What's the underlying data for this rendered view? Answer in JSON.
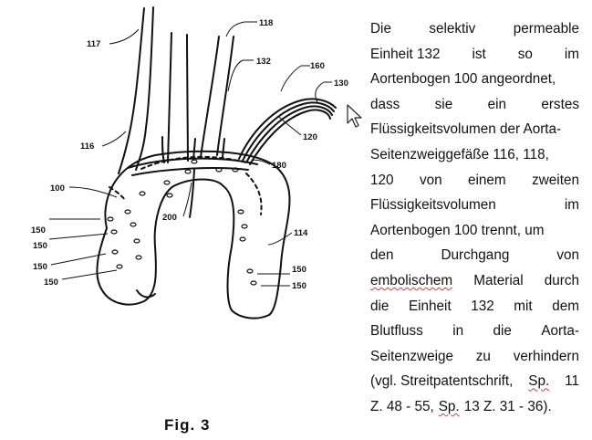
{
  "figure": {
    "caption": "Fig. 3",
    "labels": {
      "l117": "117",
      "l118": "118",
      "l132": "132",
      "l160": "160",
      "l130": "130",
      "l120": "120",
      "l116": "116",
      "l180": "180",
      "l100": "100",
      "l200": "200",
      "l114": "114",
      "l150a": "150",
      "l150b": "150",
      "l150c": "150",
      "l150d": "150",
      "l150e": "150",
      "l150f": "150"
    }
  },
  "text_lines": [
    [
      "Die",
      "selektiv",
      "permeable"
    ],
    [
      "Einheit 132",
      "ist",
      "so",
      "im"
    ],
    [
      "Aortenbogen 100 angeordnet,"
    ],
    [
      "dass",
      "sie",
      "ein",
      "erstes"
    ],
    [
      "Flüssigkeitsvolumen der Aorta-"
    ],
    [
      "Seitenzweiggefäße 116, 118,"
    ],
    [
      "120",
      "von",
      "einem",
      "zweiten"
    ],
    [
      "Flüssigkeitsvolumen",
      "im"
    ],
    [
      "Aortenbogen 100 trennt, um"
    ],
    [
      "den",
      "Durchgang",
      "von"
    ],
    [
      "embolischem",
      "Material",
      "durch"
    ],
    [
      "die",
      "Einheit",
      "132",
      "mit",
      "dem"
    ],
    [
      "Blutfluss",
      "in",
      "die",
      "Aorta-"
    ],
    [
      "Seitenzweige",
      "zu",
      "verhindern"
    ],
    [
      "(vgl. Streitpatentschrift,",
      "Sp.",
      "11"
    ],
    [
      "Z. 48 - 55,",
      "Sp.",
      "13 Z. 31 - 36)."
    ]
  ],
  "cursor": "mouse-pointer-icon"
}
